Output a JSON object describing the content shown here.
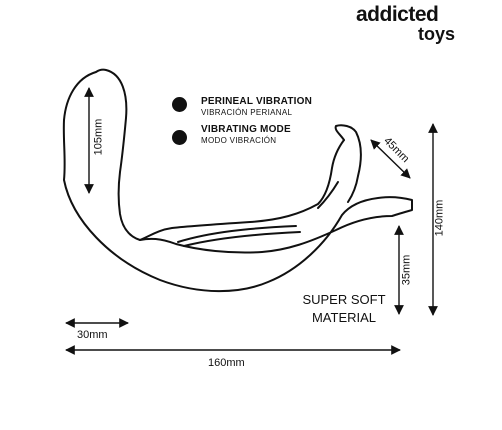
{
  "brand": {
    "line1": "addicted",
    "line2": "toys"
  },
  "features": [
    {
      "title": "PERINEAL VIBRATION",
      "subtitle": "VIBRACIÓN PERIANAL"
    },
    {
      "title": "VIBRATING MODE",
      "subtitle": "MODO VIBRACIÓN"
    }
  ],
  "dimensions": {
    "height_arm": "105mm",
    "tip": "45mm",
    "total_height": "140mm",
    "ring_height": "35mm",
    "width_arm": "30mm",
    "total_length": "160mm"
  },
  "material": {
    "line1": "SUPER SOFT",
    "line2": "MATERIAL"
  },
  "colors": {
    "ink": "#111111",
    "background": "#ffffff"
  }
}
